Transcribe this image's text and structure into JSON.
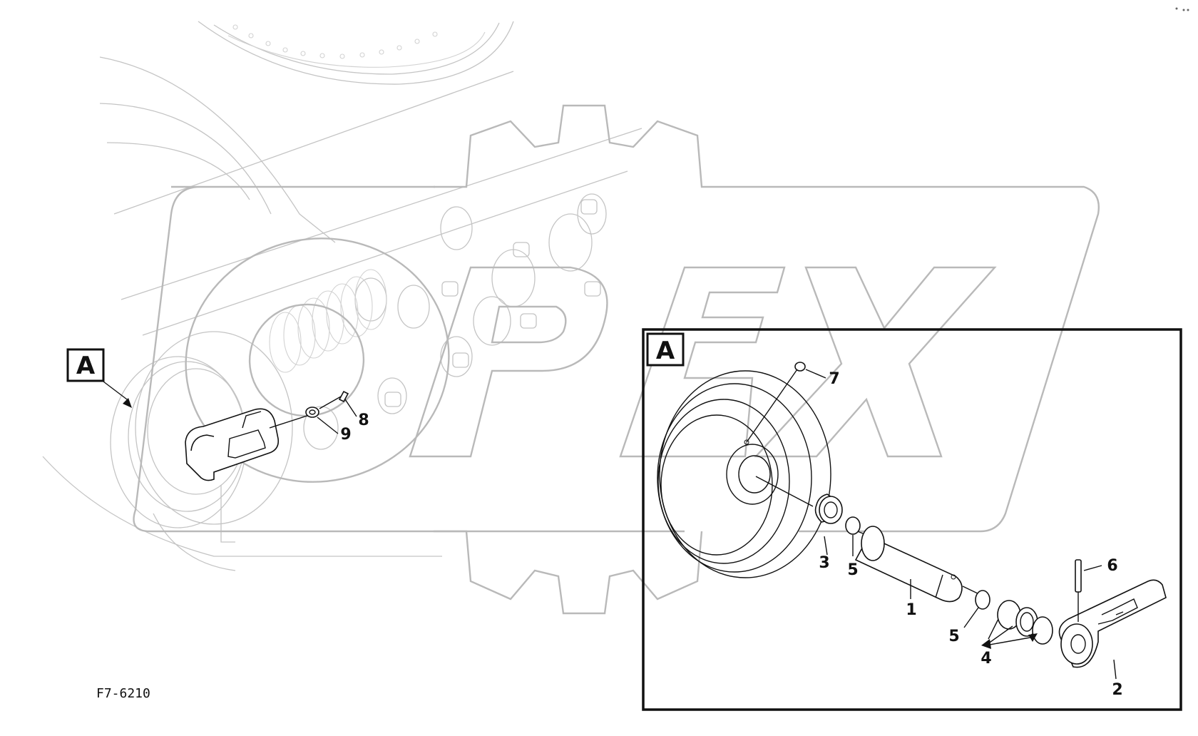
{
  "drawing_code": "F7-6210",
  "watermark": "OPEX",
  "detail_marker": "A",
  "detail_box_label": "A",
  "overview_callouts": [
    "9",
    "8"
  ],
  "detail_callouts": [
    "7",
    "3",
    "5",
    "1",
    "5",
    "4",
    "6",
    "2"
  ],
  "colors": {
    "ink": "#111111",
    "background_lines": "#c4c4c4",
    "watermark": "#b9b9b9"
  }
}
